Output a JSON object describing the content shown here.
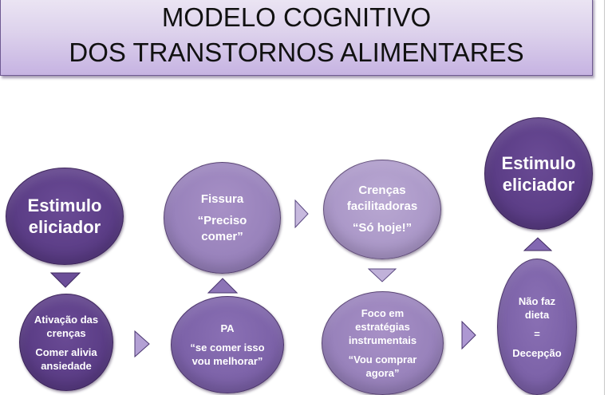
{
  "title": {
    "line1": "MODELO COGNITIVO",
    "line2": "DOS TRANSTORNOS ALIMENTARES"
  },
  "nodes": {
    "estimulo_1": {
      "lines": [
        "Estimulo",
        "eliciador"
      ]
    },
    "ativacao": {
      "heading": [
        "Ativação das",
        "crenças"
      ],
      "detail": [
        "Comer alivia",
        "ansiedade"
      ]
    },
    "pa": {
      "heading": [
        "PA"
      ],
      "detail": [
        "“se comer isso",
        "vou melhorar”"
      ]
    },
    "fissura": {
      "heading": [
        "Fissura"
      ],
      "detail": [
        "“Preciso",
        "comer”"
      ]
    },
    "crencas": {
      "heading": [
        "Crenças",
        "facilitadoras"
      ],
      "detail": [
        "“Só hoje!”"
      ]
    },
    "foco": {
      "heading": [
        "Foco em",
        "estratégias",
        "instrumentais"
      ],
      "detail": [
        "“Vou comprar",
        "agora”"
      ]
    },
    "nao_faz_dieta": {
      "heading": [
        "Não faz",
        "dieta"
      ],
      "middle": [
        "="
      ],
      "detail": [
        "Decepção"
      ]
    },
    "estimulo_2": {
      "lines": [
        "Estimulo",
        "eliciador"
      ]
    }
  },
  "arrows": [
    {
      "from": "estimulo_1",
      "to": "ativacao",
      "direction": "down"
    },
    {
      "from": "ativacao",
      "to": "pa",
      "direction": "right"
    },
    {
      "from": "pa",
      "to": "fissura",
      "direction": "up"
    },
    {
      "from": "fissura",
      "to": "crencas",
      "direction": "right"
    },
    {
      "from": "crencas",
      "to": "foco",
      "direction": "down"
    },
    {
      "from": "foco",
      "to": "nao_faz_dieta",
      "direction": "right"
    },
    {
      "from": "nao_faz_dieta",
      "to": "estimulo_2",
      "direction": "up"
    }
  ],
  "colors": {
    "dark": "#5b3d86",
    "mid": "#7c62a8",
    "light": "#9882bb",
    "lighter": "#ab98c8",
    "title_bg": "#ddd2ec"
  }
}
